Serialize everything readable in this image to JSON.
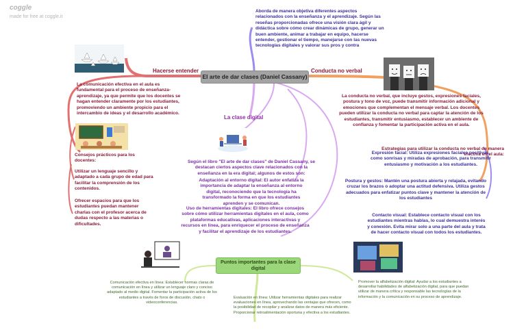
{
  "watermark": {
    "logo": "coggle",
    "tagline": "made for free at coggle.it"
  },
  "central": {
    "title": "El arte de dar clases (Daniel Cassany)"
  },
  "branches": {
    "hacerse": {
      "label": "Hacerse entender",
      "text": "La comunicación efectiva en el aula es fundamental para el proceso de enseñanza-aprendizaje, ya que permite que los docentes se hagan entender claramente por los estudiantes, promoviendo un ambiente propicio para el intercambio de ideas y el desarrollo académico.",
      "consejos": "Consejos prácticos para los docentes:",
      "tip1": "Utilizar un lenguaje sencillo y adaptado a cada grupo de edad para facilitar la comprensión de los contenidos.",
      "tip2": "Ofrecer espacios para que los estudiantes puedan mantener charlas con el profesor acerca de dudas respecto a las materias o dificultades."
    },
    "top": {
      "text": "Aborda de manera objetiva diferentes aspectos relacionados con la enseñanza y el aprendizaje. Según las reseñas proporcionadas ofrece una visión clara ágil y didáctica sobre cómo crear dinámicas de grupo, generar un buen ambiente, animar a trabajar en equipo, hacerse entender, gestionar el tiempo, manejarse con las nuevas tecnologías digitales y valorar sus pros y contra"
    },
    "noverbal": {
      "label": "Conducta no verbal",
      "text": "La conducta no verbal, que incluye gestos, expresiones faciales, postura y tono de voz, puede transmitir información adicional y emociones que complementan el mensaje verbal. Los docentes pueden utilizar la conducta no verbal para captar la atención de los estudiantes, transmitir entusiasmo, establecer un ambiente de confianza y fomentar la participación activa en el aula.",
      "estrategias": "Estrategias para utilizar la conducta no verbal de manera efectiva en el aula:",
      "expresion": "Expresión facial: Utiliza expresiones faciales positivas, como sonrisas y miradas de aprobación, para transmitir entusiasmo y motivación a los estudiantes.",
      "postura": "Postura y gestos: Mantén una postura abierta y relajada, evitando cruzar los brazos o adoptar una actitud defensiva. Utiliza gestos adecuados para enfatizar puntos clave y mantener la atención de los estudiantes",
      "contacto": "Contacto visual: Establece contacto visual con los estudiantes mientras hablas, lo cual demuestra interés y conexión. Evita mirar solo a una parte del aula y trata de hacer contacto visual con todos los estudiantes."
    },
    "digital": {
      "label": "La clase digital",
      "text": "Según el libro \"El arte de dar clases\" de Daniel Cassany, se destacan ciertos aspectos clave relacionados con la enseñanza en la era digital; algunos de estos son:",
      "adaptacion": "Adaptación al entorno digital: El autor enfatiza la importancia de adaptar la enseñanza al entorno digital, reconociendo que la tecnología ha transformado la forma en que los estudiantes aprenden y se comunican.",
      "herramientas": "Uso de herramientas digitales: El libro ofrece consejos sobre cómo utilizar herramientas digitales en el aula, como plataformas educativas, aplicaciones interactivas y recursos en línea, para enriquecer el proceso de enseñanza y facilitar el aprendizaje de los estudiantes."
    },
    "puntos": {
      "label": "Puntos importantes para la clase digital",
      "comunicacion": "Comunicación efectiva en línea: Establecer normas claras de comunicación en línea y utilizar un lenguaje claro y conciso adaptado al medio digital. Fomentar la participación activa de los estudiantes a través de foros de discusión, chats o videoconferencias.",
      "evaluacion": "Evaluación en línea: Utilizar herramientas digitales para realizar evaluaciones en línea, aprovechando las ventajas que ofrecen, como la posibilidad de recopilar y analizar datos de manera más eficiente. Proporcionar retroalimentación oportuna y efectiva a los estudiantes.",
      "alfabetizacion": "Promover la alfabetización digital: Ayudar a los estudiantes a desarrollar habilidades de alfabetización digital, para que puedan utilizar de manera crítica y responsable las tecnologías de la información y la comunicación en su proceso de aprendizaje."
    }
  },
  "colors": {
    "red": "#e37070",
    "orange": "#f0a060",
    "purple": "#d9a8f0",
    "blue_purple": "#9a8cf0",
    "green": "#cfe89a"
  }
}
